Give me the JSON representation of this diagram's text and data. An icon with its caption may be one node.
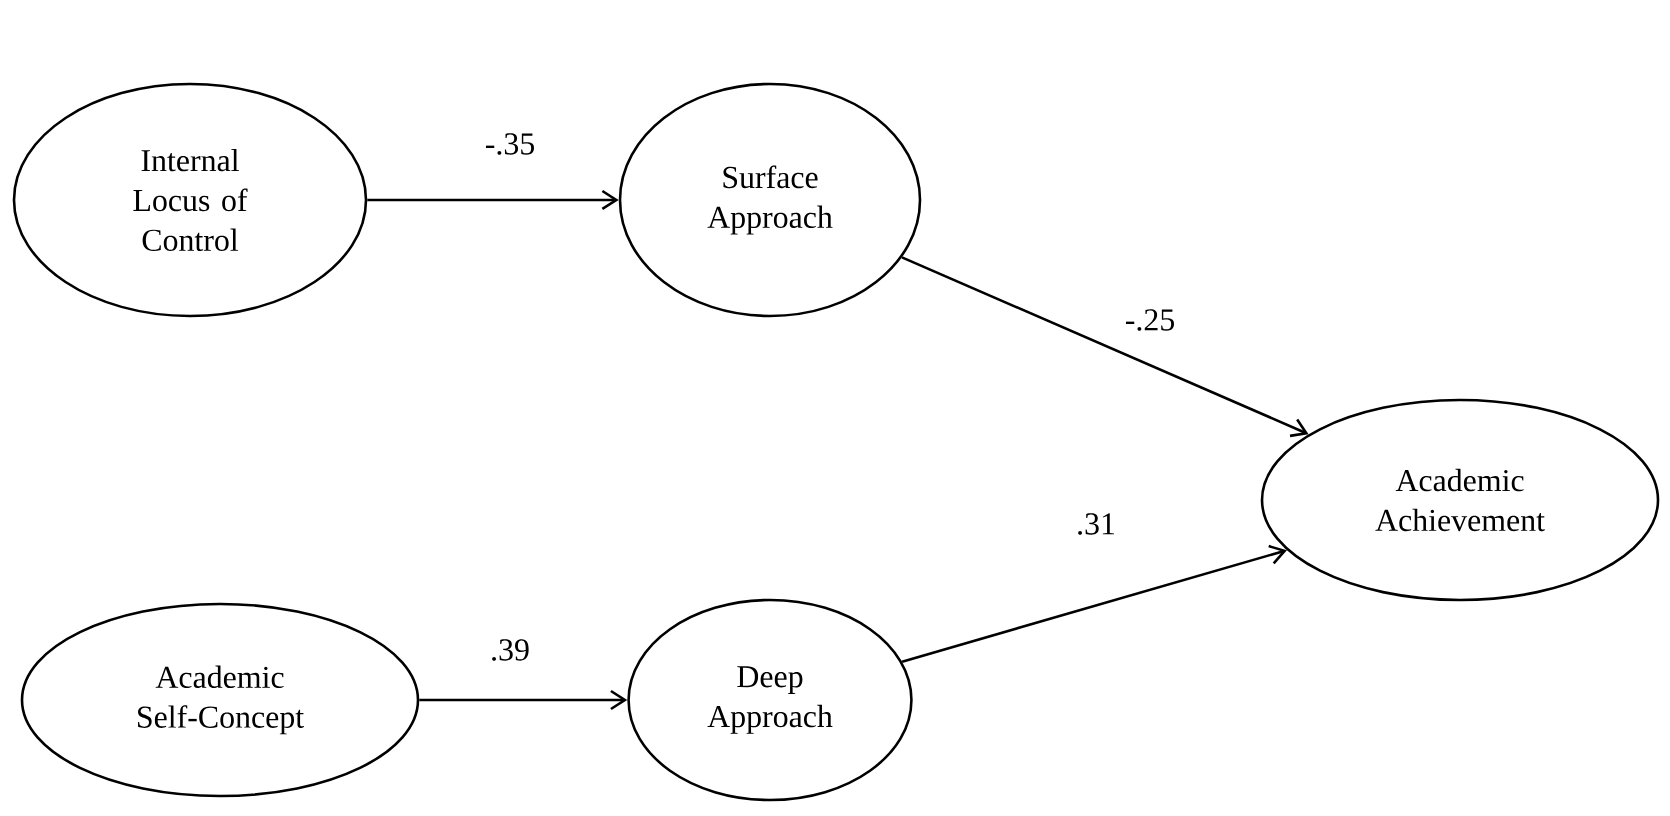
{
  "diagram": {
    "nodes": [
      {
        "text": [
          "Internal Locus of Control"
        ]
      },
      {
        "text": [
          "Surface Approach"
        ]
      },
      {
        "text": [
          "Academic Achievement"
        ]
      },
      {
        "text": [
          "Academic Self-Concept"
        ]
      },
      {
        "text": [
          "Deep Approach"
        ]
      }
    ],
    "edges": [
      {
        "from": 0,
        "to": 1,
        "arrow": "to",
        "label": "-.35"
      },
      {
        "from": 1,
        "to": 2,
        "arrow": "to",
        "label": "-.25"
      },
      {
        "from": 3,
        "to": 4,
        "arrow": "to",
        "label": ".39"
      },
      {
        "from": 4,
        "to": 2,
        "arrow": "to",
        "label": ".31"
      }
    ]
  }
}
